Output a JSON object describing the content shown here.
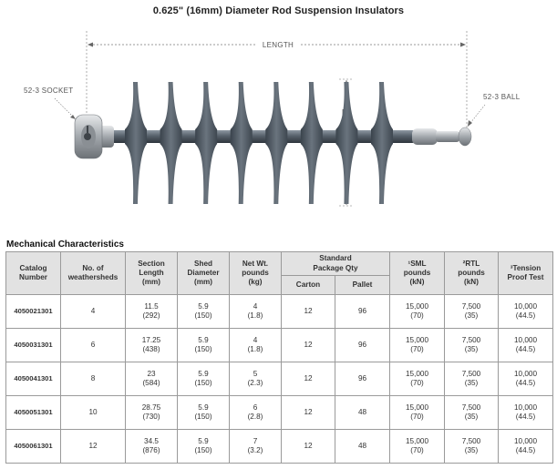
{
  "title": "0.625\" (16mm) Diameter Rod Suspension Insulators",
  "diagram": {
    "length_label": "LENGTH",
    "diameter_label": "D",
    "socket_label": "52-3 SOCKET",
    "ball_label": "52-3 BALL",
    "colors": {
      "rod": "#525c66",
      "sheds": "#4a5560",
      "metal": "#a8acb0"
    },
    "shed_count": 8
  },
  "section_heading": "Mechanical Characteristics",
  "table": {
    "headers": {
      "catalog": [
        "Catalog",
        "Number"
      ],
      "weathersheds": [
        "No. of",
        "weathersheds"
      ],
      "section_length": [
        "Section",
        "Length",
        "(mm)"
      ],
      "shed_diameter": [
        "Shed",
        "Diameter",
        "(mm)"
      ],
      "net_wt": [
        "Net Wt.",
        "pounds",
        "(kg)"
      ],
      "standard_package": [
        "Standard",
        "Package Qty"
      ],
      "carton": "Carton",
      "pallet": "Pallet",
      "sml": [
        "¹SML",
        "pounds",
        "(kN)"
      ],
      "rtl": [
        "²RTL",
        "pounds",
        "(kN)"
      ],
      "tension": [
        "³Tension",
        "Proof Test"
      ]
    },
    "rows": [
      {
        "catalog": "4050021301",
        "sheds": "4",
        "length": "11.5",
        "length_mm": "(292)",
        "diameter": "5.9",
        "diameter_mm": "(150)",
        "weight": "4",
        "weight_kg": "(1.8)",
        "carton": "12",
        "pallet": "96",
        "sml": "15,000",
        "sml_kn": "(70)",
        "rtl": "7,500",
        "rtl_kn": "(35)",
        "tension": "10,000",
        "tension_kn": "(44.5)"
      },
      {
        "catalog": "4050031301",
        "sheds": "6",
        "length": "17.25",
        "length_mm": "(438)",
        "diameter": "5.9",
        "diameter_mm": "(150)",
        "weight": "4",
        "weight_kg": "(1.8)",
        "carton": "12",
        "pallet": "96",
        "sml": "15,000",
        "sml_kn": "(70)",
        "rtl": "7,500",
        "rtl_kn": "(35)",
        "tension": "10,000",
        "tension_kn": "(44.5)"
      },
      {
        "catalog": "4050041301",
        "sheds": "8",
        "length": "23",
        "length_mm": "(584)",
        "diameter": "5.9",
        "diameter_mm": "(150)",
        "weight": "5",
        "weight_kg": "(2.3)",
        "carton": "12",
        "pallet": "96",
        "sml": "15,000",
        "sml_kn": "(70)",
        "rtl": "7,500",
        "rtl_kn": "(35)",
        "tension": "10,000",
        "tension_kn": "(44.5)"
      },
      {
        "catalog": "4050051301",
        "sheds": "10",
        "length": "28.75",
        "length_mm": "(730)",
        "diameter": "5.9",
        "diameter_mm": "(150)",
        "weight": "6",
        "weight_kg": "(2.8)",
        "carton": "12",
        "pallet": "48",
        "sml": "15,000",
        "sml_kn": "(70)",
        "rtl": "7,500",
        "rtl_kn": "(35)",
        "tension": "10,000",
        "tension_kn": "(44.5)"
      },
      {
        "catalog": "4050061301",
        "sheds": "12",
        "length": "34.5",
        "length_mm": "(876)",
        "diameter": "5.9",
        "diameter_mm": "(150)",
        "weight": "7",
        "weight_kg": "(3.2)",
        "carton": "12",
        "pallet": "48",
        "sml": "15,000",
        "sml_kn": "(70)",
        "rtl": "7,500",
        "rtl_kn": "(35)",
        "tension": "10,000",
        "tension_kn": "(44.5)"
      }
    ]
  }
}
